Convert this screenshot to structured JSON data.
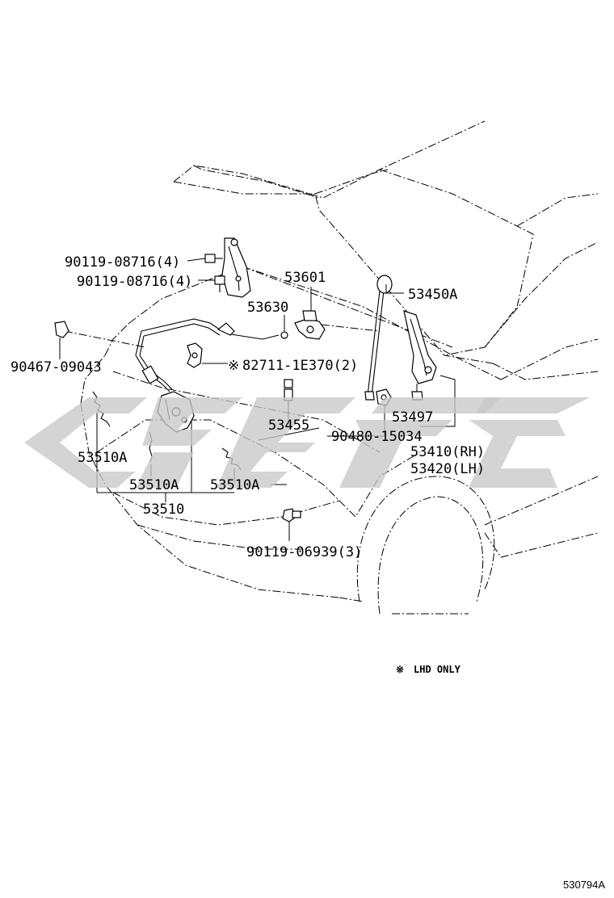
{
  "labels": {
    "l1": "90119-08716(4)",
    "l2": "90119-08716(4)",
    "l3": "53601",
    "l4": "53630",
    "l5": "53450A",
    "l6": "90467-09043",
    "l7": "82711-1E370(2)",
    "l8": "53497",
    "l9": "53455",
    "l10": "90480-15034",
    "l11": "53410(RH)",
    "l12": "53420(LH)",
    "l13": "53510A",
    "l14": "53510A",
    "l15": "53510A",
    "l16": "53510",
    "l17": "90119-06939(3)"
  },
  "symbols": {
    "note_mark": "※"
  },
  "note": {
    "mark": "※",
    "text": "LHD ONLY"
  },
  "figure_ref": "530794A"
}
